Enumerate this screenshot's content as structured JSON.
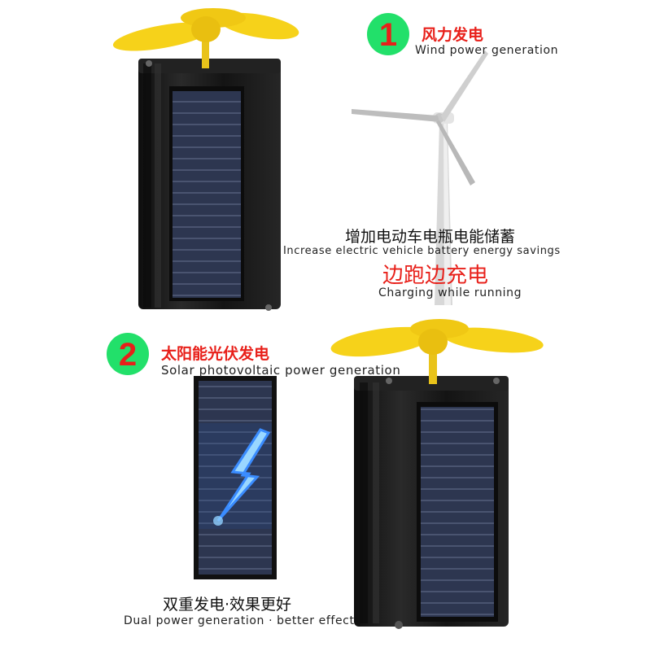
{
  "section1": {
    "number": "1",
    "title_zh": "风力发电",
    "title_en": "Wind power generation"
  },
  "middle": {
    "line1_zh": "增加电动车电瓶电能储蓄",
    "line1_en": "Increase electric vehicle battery energy savings",
    "line2_zh": "边跑边充电",
    "line2_en": "Charging while running"
  },
  "section2": {
    "number": "2",
    "title_zh": "太阳能光伏发电",
    "title_en": "Solar photovoltaic power generation"
  },
  "bottom": {
    "caption_zh": "双重发电·效果更好",
    "caption_en": "Dual power generation · better effect"
  },
  "colors": {
    "badge_green": "#22e06a",
    "accent_red": "#e8201a",
    "fan_yellow": "#f6d21a",
    "panel_blue": "#2c3448",
    "case_black": "#1c1c1c"
  },
  "icons": [
    "fan-icon",
    "wind-turbine-icon",
    "lightning-icon",
    "solar-panel-icon"
  ]
}
